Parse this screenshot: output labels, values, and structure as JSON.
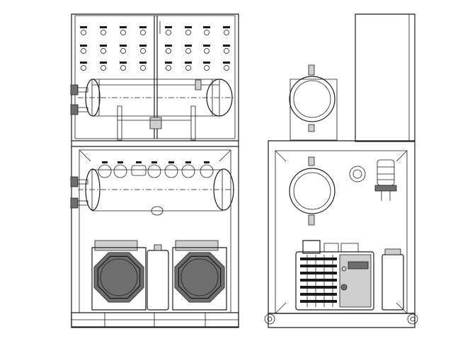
{
  "drawing": {
    "views": [
      "front-view",
      "side-view"
    ],
    "control_panel": {
      "indicator_columns": 8,
      "indicator_rows": 3
    },
    "colors": {
      "line": "#1a1a1a",
      "paper": "#ffffff",
      "shade": "#6e6e6e"
    }
  }
}
